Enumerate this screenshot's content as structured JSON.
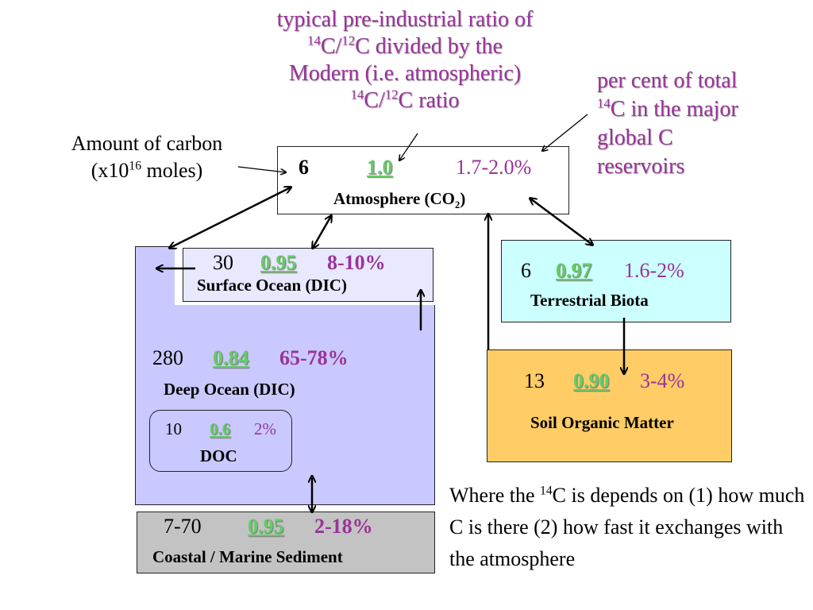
{
  "title": {
    "line1": "typical pre-industrial ratio of",
    "line2_sup_a": "14",
    "line2_a": "C/",
    "line2_sup_b": "12",
    "line2_b": "C divided by the",
    "line3": "Modern (i.e. atmospheric)",
    "line4_sup_a": "14",
    "line4_a": "C/",
    "line4_sup_b": "12",
    "line4_b": "C ratio"
  },
  "percent_label": {
    "line1": "per cent of total",
    "line2_sup": "14",
    "line2": "C in the major",
    "line3": "global C",
    "line4": "reservoirs"
  },
  "carbon_label": {
    "line1": "Amount of carbon",
    "line2_a": "(x10",
    "line2_sup": "16",
    "line2_b": " moles)"
  },
  "reservoirs": {
    "atmosphere": {
      "amount": "6",
      "ratio": "1.0",
      "percent": "1.7-2.0%",
      "name": "Atmosphere (CO",
      "name_sub": "2",
      "name_end": ")"
    },
    "surface_ocean": {
      "amount": "30",
      "ratio": "0.95",
      "percent": "8-10%",
      "name": "Surface Ocean (DIC)"
    },
    "deep_ocean": {
      "amount": "280",
      "ratio": "0.84",
      "percent": "65-78%",
      "name": "Deep Ocean (DIC)"
    },
    "doc": {
      "amount": "10",
      "ratio": "0.6",
      "percent": "2%",
      "name": "DOC"
    },
    "sediment": {
      "amount": "7-70",
      "ratio": "0.95",
      "percent": "2-18%",
      "name": "Coastal / Marine Sediment"
    },
    "terrestrial_biota": {
      "amount": "6",
      "ratio": "0.97",
      "percent": "1.6-2%",
      "name": "Terrestrial Biota"
    },
    "soil": {
      "amount": "13",
      "ratio": "0.90",
      "percent": "3-4%",
      "name": "Soil Organic Matter"
    }
  },
  "note": {
    "text_a": "Where the ",
    "sup": "14",
    "text_b": "C is depends on (1) how much C is there (2) how fast it exchanges with the atmosphere"
  },
  "colors": {
    "title_purple": "#993399",
    "ratio_green": "#66cc66",
    "ocean": "#c9c9ff",
    "surface": "#e8e8ff",
    "sediment": "#c3c3c3",
    "biota": "#ccffff",
    "soil": "#ffcc66"
  }
}
